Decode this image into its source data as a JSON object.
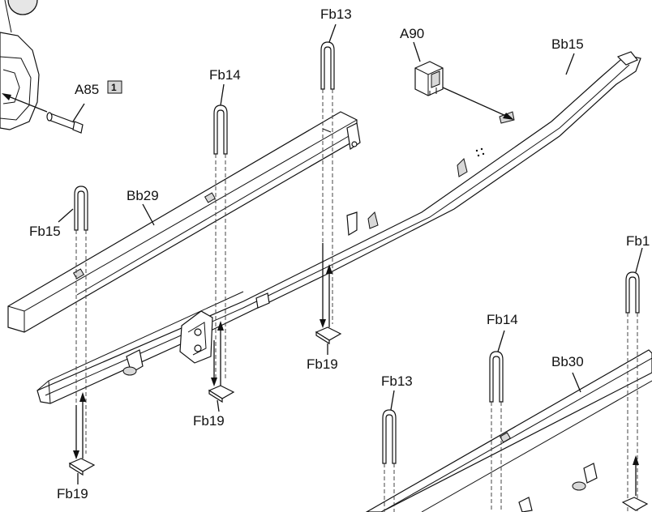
{
  "labels": {
    "fb13_top": "Fb13",
    "a90": "A90",
    "bb15": "Bb15",
    "fb14_top": "Fb14",
    "a85": "A85",
    "a85_badge": "1",
    "bb29": "Bb29",
    "fb15": "Fb15",
    "fb1_right": "Fb1",
    "fb19_mid": "Fb19",
    "fb19_center": "Fb19",
    "fb19_left": "Fb19",
    "fb14_lower": "Fb14",
    "bb30": "Bb30",
    "fb13_lower": "Fb13"
  }
}
